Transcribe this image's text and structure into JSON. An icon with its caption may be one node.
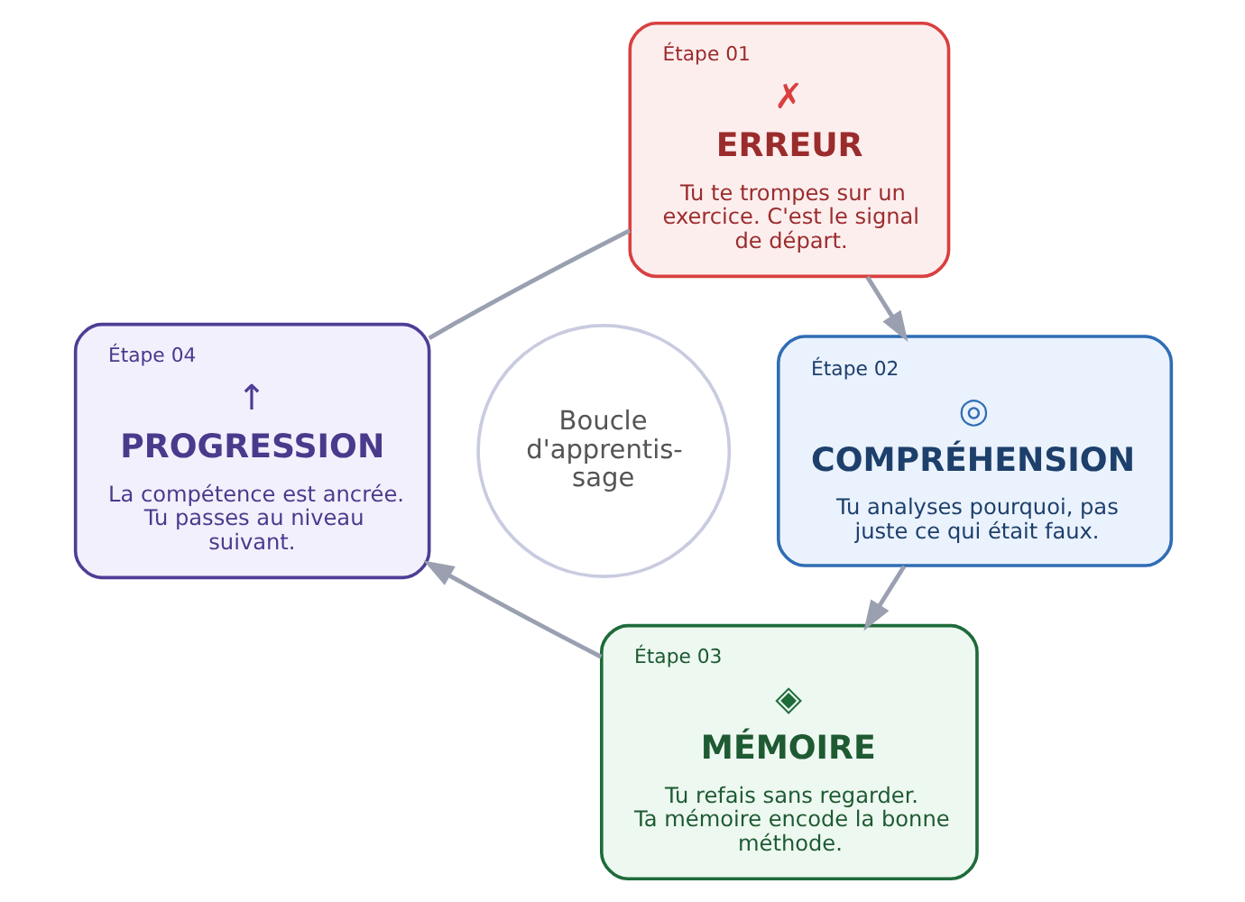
{
  "diagram": {
    "nodes": [
      {
        "text": [
          "Étape 01",
          "✗",
          "ERREUR",
          "Tu te trompes sur un exercice. C'est le signal de départ."
        ]
      },
      {
        "text": [
          "Étape 02",
          "◎",
          "COMPRÉHENSION",
          "Tu analyses pourquoi, pas juste ce qui était faux."
        ]
      },
      {
        "text": [
          "Étape 03",
          "◈",
          "MÉMOIRE",
          "Tu refais sans regarder. Ta mémoire encode la bonne méthode."
        ]
      },
      {
        "text": [
          "Étape 04",
          "↑",
          "PROGRESSION",
          "La compétence est ancrée. Tu passes au niveau suivant."
        ]
      },
      {
        "text": [
          "Boucle d'apprentis- sage"
        ]
      }
    ],
    "edges": [
      {
        "from": 0,
        "to": 1,
        "arrow": "to"
      },
      {
        "from": 1,
        "to": 2,
        "arrow": "to"
      },
      {
        "from": 2,
        "to": 3,
        "arrow": "to"
      },
      {
        "from": 3,
        "to": 0,
        "arrow": "none"
      }
    ]
  }
}
